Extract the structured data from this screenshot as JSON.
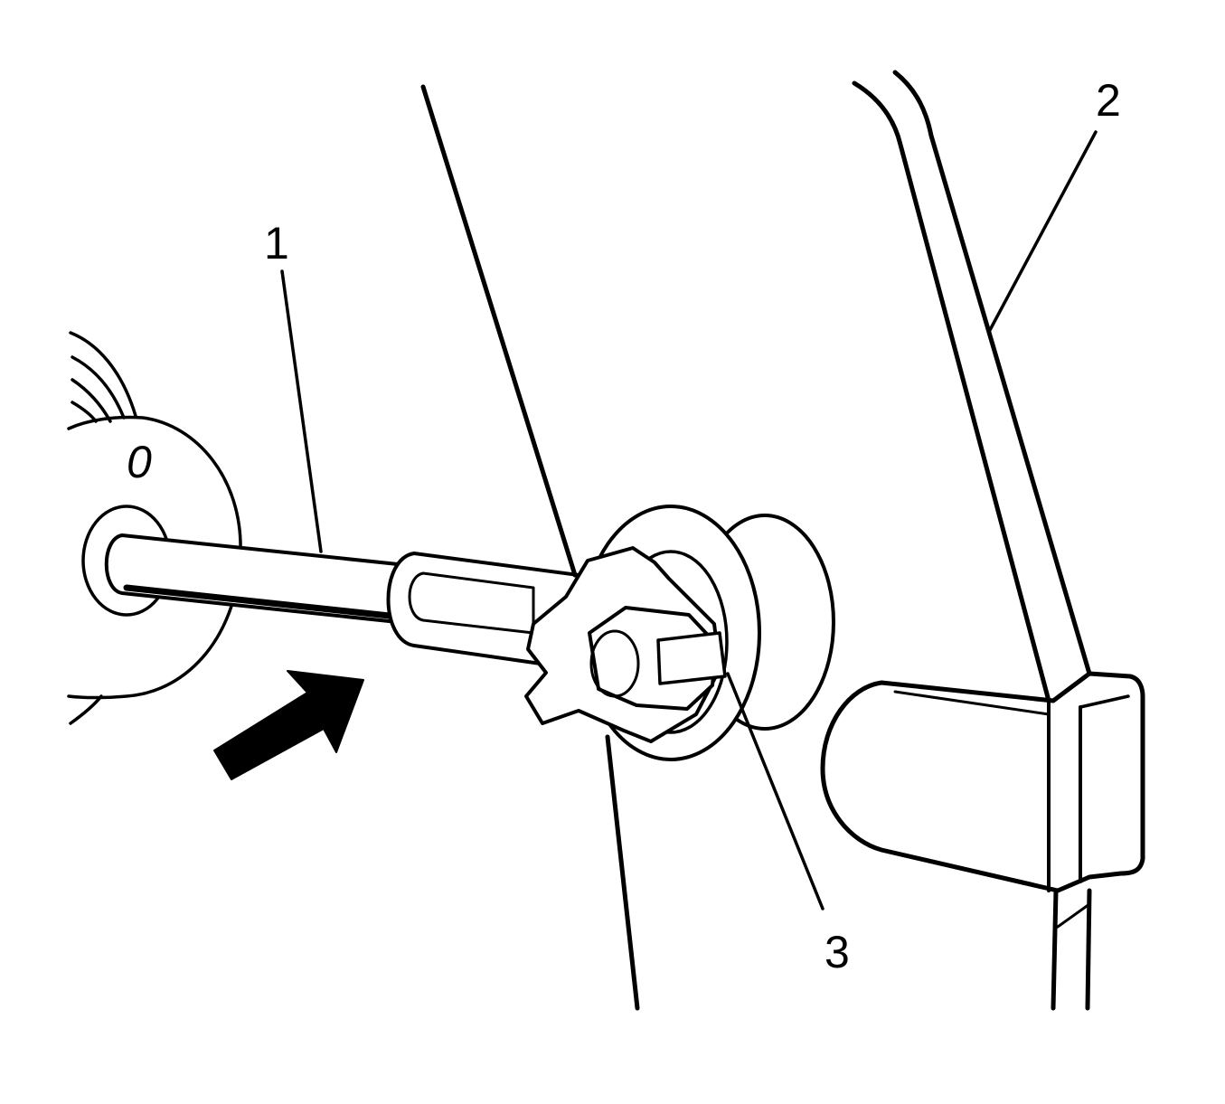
{
  "callouts": [
    {
      "id": "1",
      "label": "1"
    },
    {
      "id": "2",
      "label": "2"
    },
    {
      "id": "3",
      "label": "3"
    }
  ],
  "spool_mark": "0",
  "colors": {
    "ink": "#000000",
    "paper": "#ffffff"
  }
}
